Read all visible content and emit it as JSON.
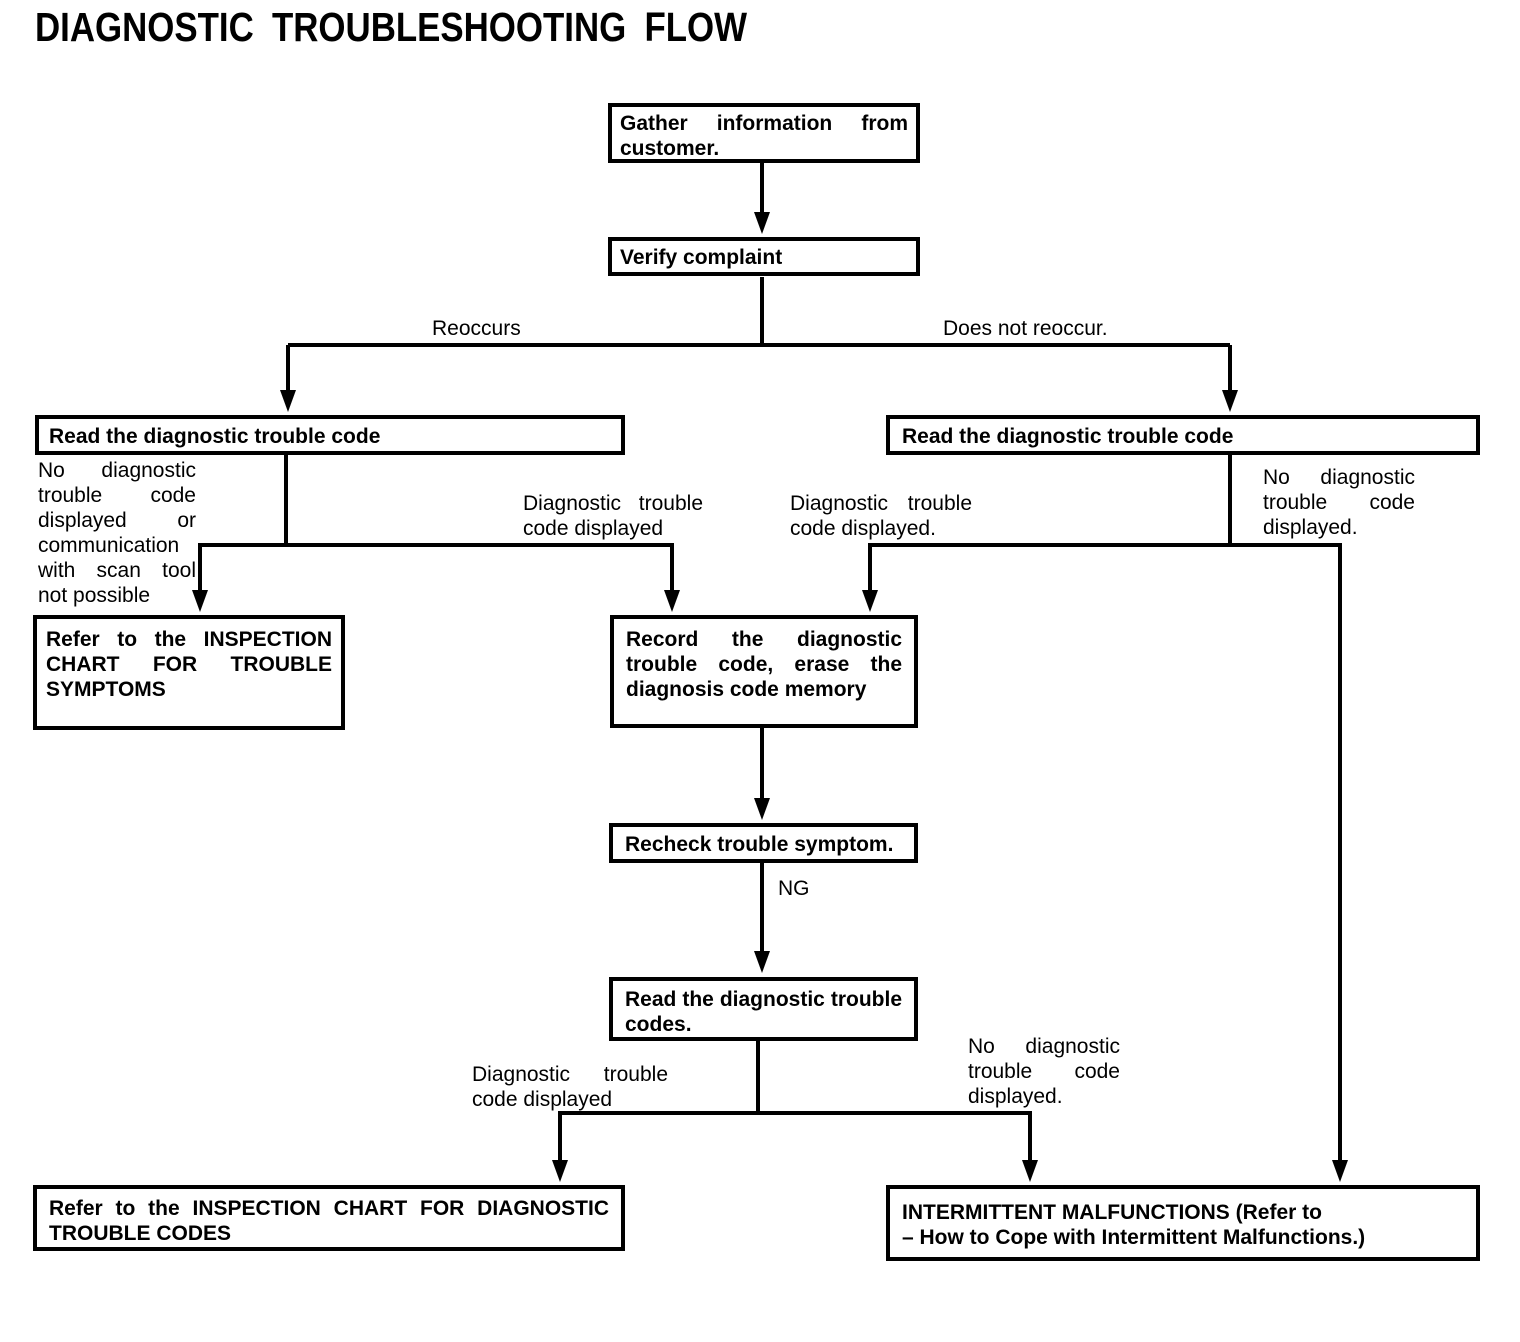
{
  "title": "DIAGNOSTIC TROUBLESHOOTING FLOW",
  "colors": {
    "line": "#000000",
    "background": "#ffffff",
    "text": "#000000"
  },
  "boxes": {
    "gather": {
      "lines": [
        "Gather information from",
        "customer."
      ]
    },
    "verify": {
      "lines": [
        "Verify complaint"
      ]
    },
    "read_left": {
      "lines": [
        "Read the diagnostic trouble code"
      ]
    },
    "read_right": {
      "lines": [
        "Read the diagnostic trouble code"
      ]
    },
    "inspection_symptoms": {
      "lines": [
        "Refer to the INSPECTION",
        "CHART FOR TROUBLE",
        "SYMPTOMS"
      ]
    },
    "record": {
      "lines": [
        "Record the diagnostic",
        "trouble code, erase the",
        "diagnosis code memory"
      ]
    },
    "recheck": {
      "lines": [
        "Recheck trouble symptom."
      ]
    },
    "read_codes": {
      "lines": [
        "Read the diagnostic trouble",
        "codes."
      ]
    },
    "inspection_codes": {
      "lines": [
        "Refer to the INSPECTION CHART FOR DIAGNOSTIC",
        "TROUBLE CODES"
      ]
    },
    "intermittent": {
      "lines": [
        "INTERMITTENT MALFUNCTIONS (Refer to",
        "– How to Cope with Intermittent Malfunctions.)"
      ]
    }
  },
  "labels": {
    "reoccurs": "Reoccurs",
    "does_not_reoccur": "Does not reoccur.",
    "no_dtc_left": {
      "lines": [
        "No diagnostic",
        "trouble code",
        "displayed or",
        "communication",
        "with scan tool",
        "not possible"
      ]
    },
    "dtc_displayed_mid_left": {
      "lines": [
        "Diagnostic trouble",
        "code displayed"
      ]
    },
    "dtc_displayed_mid_right": {
      "lines": [
        "Diagnostic trouble",
        "code displayed."
      ]
    },
    "no_dtc_right": {
      "lines": [
        "No diagnostic",
        "trouble code",
        "displayed."
      ]
    },
    "ng": "NG",
    "dtc_displayed_bottom": {
      "lines": [
        "Diagnostic trouble",
        "code displayed"
      ]
    },
    "no_dtc_bottom": {
      "lines": [
        "No diagnostic",
        "trouble code",
        "displayed."
      ]
    }
  }
}
